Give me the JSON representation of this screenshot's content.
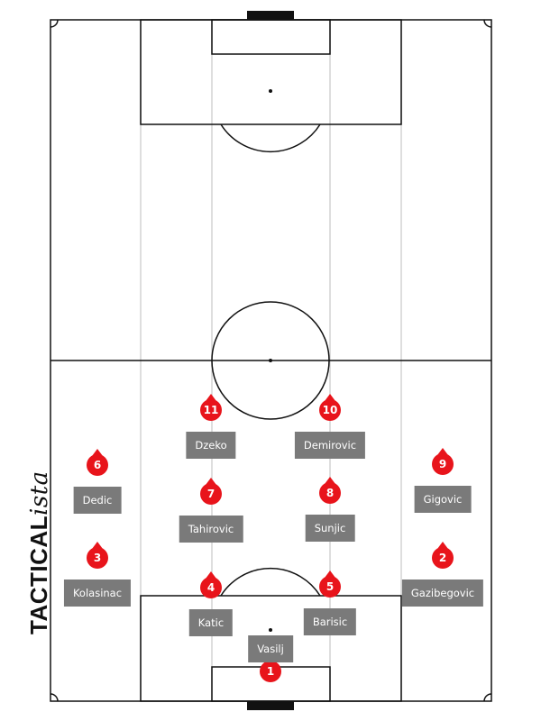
{
  "brand": {
    "strong": "TACTICAL",
    "italic": "ista"
  },
  "colors": {
    "marker": "#e8141b",
    "label_bg": "#7a7a7a",
    "pitch_line": "#111111",
    "lane_line": "#d4d4d4",
    "goal": "#111111"
  },
  "players": [
    {
      "number": "1",
      "name": "Vasilj"
    },
    {
      "number": "2",
      "name": "Gazibegovic"
    },
    {
      "number": "3",
      "name": "Kolasinac"
    },
    {
      "number": "4",
      "name": "Katic"
    },
    {
      "number": "5",
      "name": "Barisic"
    },
    {
      "number": "6",
      "name": "Dedic"
    },
    {
      "number": "7",
      "name": "Tahirovic"
    },
    {
      "number": "8",
      "name": "Sunjic"
    },
    {
      "number": "9",
      "name": "Gigovic"
    },
    {
      "number": "10",
      "name": "Demirovic"
    },
    {
      "number": "11",
      "name": "Dzeko"
    }
  ]
}
